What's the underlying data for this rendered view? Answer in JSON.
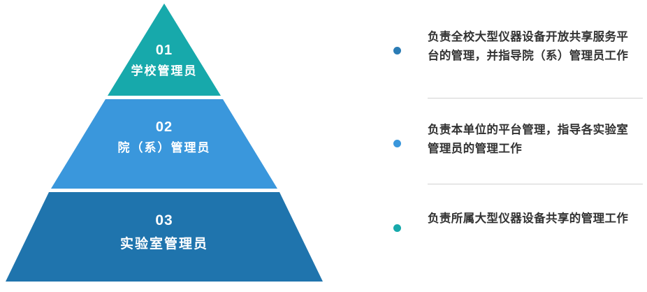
{
  "figure": {
    "type": "pyramid-hierarchy",
    "background_color": "#ffffff",
    "tiers": [
      {
        "number": "01",
        "name": "学校管理员",
        "color": "#17a9ab"
      },
      {
        "number": "02",
        "name": "院（系）管理员",
        "color": "#3a97dc"
      },
      {
        "number": "03",
        "name": "实验室管理员",
        "color": "#1f74ad"
      }
    ]
  },
  "details": {
    "items": [
      {
        "text": "负责全校大型仪器设备开放共享服务平台的管理，并指导院（系）管理员工作",
        "bullet_color": "#2b7cb5"
      },
      {
        "text": "负责本单位的平台管理，指导各实验室管理员的管理工作",
        "bullet_color": "#3a97dc"
      },
      {
        "text": "负责所属大型仪器设备共享的管理工作",
        "bullet_color": "#17a9ab"
      }
    ],
    "rule_color": "#d2d2d2"
  }
}
